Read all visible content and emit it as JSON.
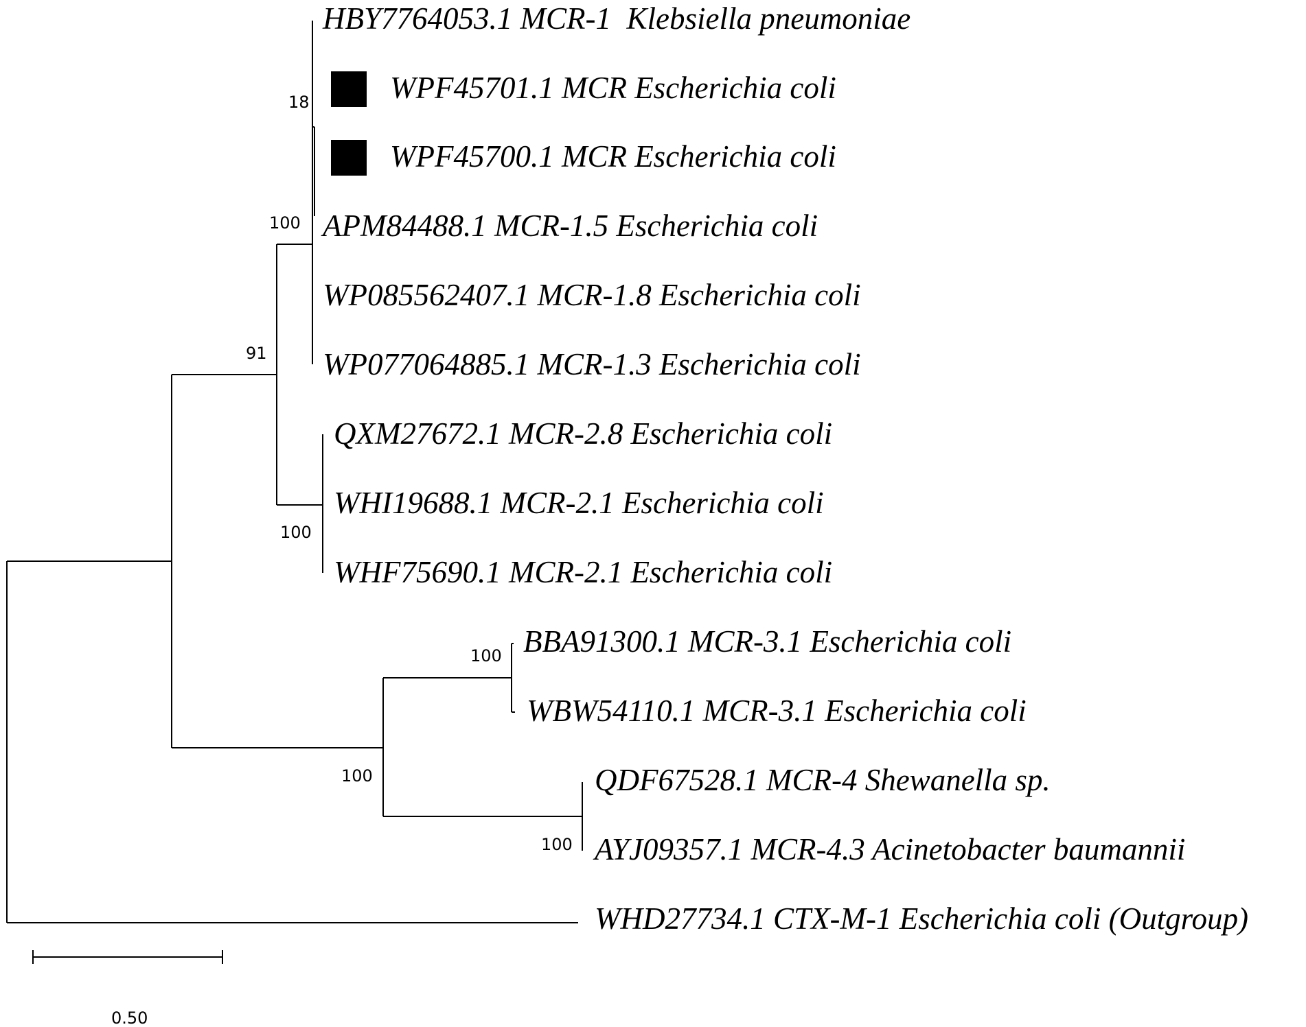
{
  "tree": {
    "leaves": [
      "HBY7764053.1 MCR-1  Klebsiella pneumoniae",
      "WPF45701.1 MCR Escherichia coli",
      "WPF45700.1 MCR Escherichia coli",
      "APM84488.1 MCR-1.5 Escherichia coli",
      "WP085562407.1 MCR-1.8 Escherichia coli",
      "WP077064885.1 MCR-1.3 Escherichia coli",
      "QXM27672.1 MCR-2.8 Escherichia coli",
      "WHI19688.1 MCR-2.1 Escherichia coli",
      "WHF75690.1 MCR-2.1 Escherichia coli",
      "BBA91300.1 MCR-3.1 Escherichia coli",
      "WBW54110.1 MCR-3.1 Escherichia coli",
      "QDF67528.1 MCR-4 Shewanella sp.",
      "AYJ09357.1 MCR-4.3 Acinetobacter baumannii",
      "WHD27734.1 CTX-M-1 Escherichia coli (Outgroup)"
    ],
    "highlighted_leaves": [
      1,
      2
    ],
    "marker_shape": "filled-square",
    "bootstrap": {
      "mcr1_inner": "18",
      "mcr1_clade": "100",
      "mcr1_mcr2": "91",
      "mcr2_clade": "100",
      "mcr3_clade": "100",
      "mcr3_mcr4": "100",
      "mcr4_clade": "100"
    }
  },
  "scale_bar": {
    "value": 0.5,
    "label": "0.50"
  },
  "colors": {
    "line": "#000000",
    "text": "#000000",
    "background": "#ffffff"
  }
}
